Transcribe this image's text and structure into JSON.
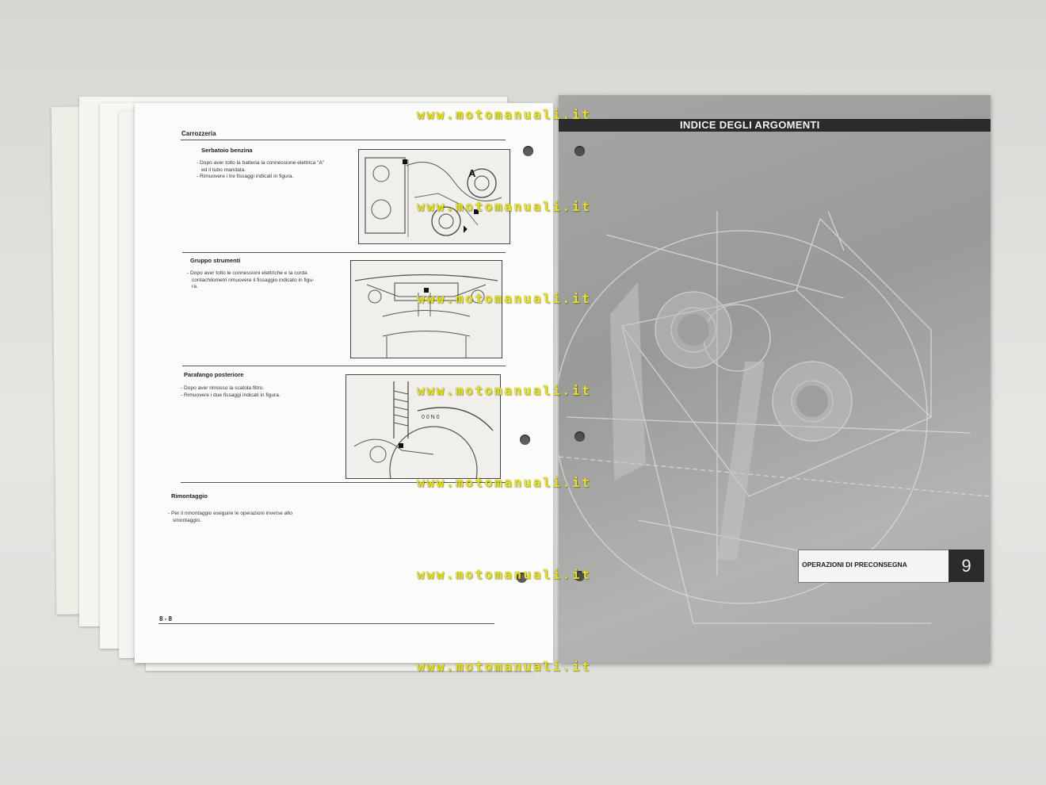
{
  "left_page": {
    "section_title": "Carrozzeria",
    "blocks": [
      {
        "subtitle": "Serbatoio benzina",
        "lines": [
          "- Dopo aver tolto la batteria la connessione elettrica \"A\"",
          "  ed il tubo mandata.",
          "- Rimuovere i tre fissaggi indicati in figura."
        ],
        "figure_label": "A"
      },
      {
        "subtitle": "Gruppo strumenti",
        "lines": [
          "- Dopo aver tolto le connessioni elettriche e la corda",
          "  contachilometri rimuovere il fissaggio indicato in figu-",
          "  ra."
        ]
      },
      {
        "subtitle": "Parafango posteriore",
        "lines": [
          "- Dopo aver rimosso la scatola filtro.",
          "- Rimuovere i  due fissaggi indicati in figura."
        ]
      },
      {
        "subtitle": "Rimontaggio",
        "lines": [
          "- Per il rimontaggio eseguire le operazioni  inverse allo",
          "  smontaggio."
        ]
      }
    ],
    "page_number": "8 - 8"
  },
  "right_page": {
    "header": "INDICE DEGLI ARGOMENTI",
    "chapter_label": "OPERAZIONI DI PRECONSEGNA",
    "chapter_number": "9"
  },
  "watermark": "www.motomanuali.it",
  "colors": {
    "watermark": "#e8e41a",
    "header_bar": "#2b2b2b",
    "cover_gray": "#a5a5a3",
    "paper": "#fbfbf9"
  }
}
